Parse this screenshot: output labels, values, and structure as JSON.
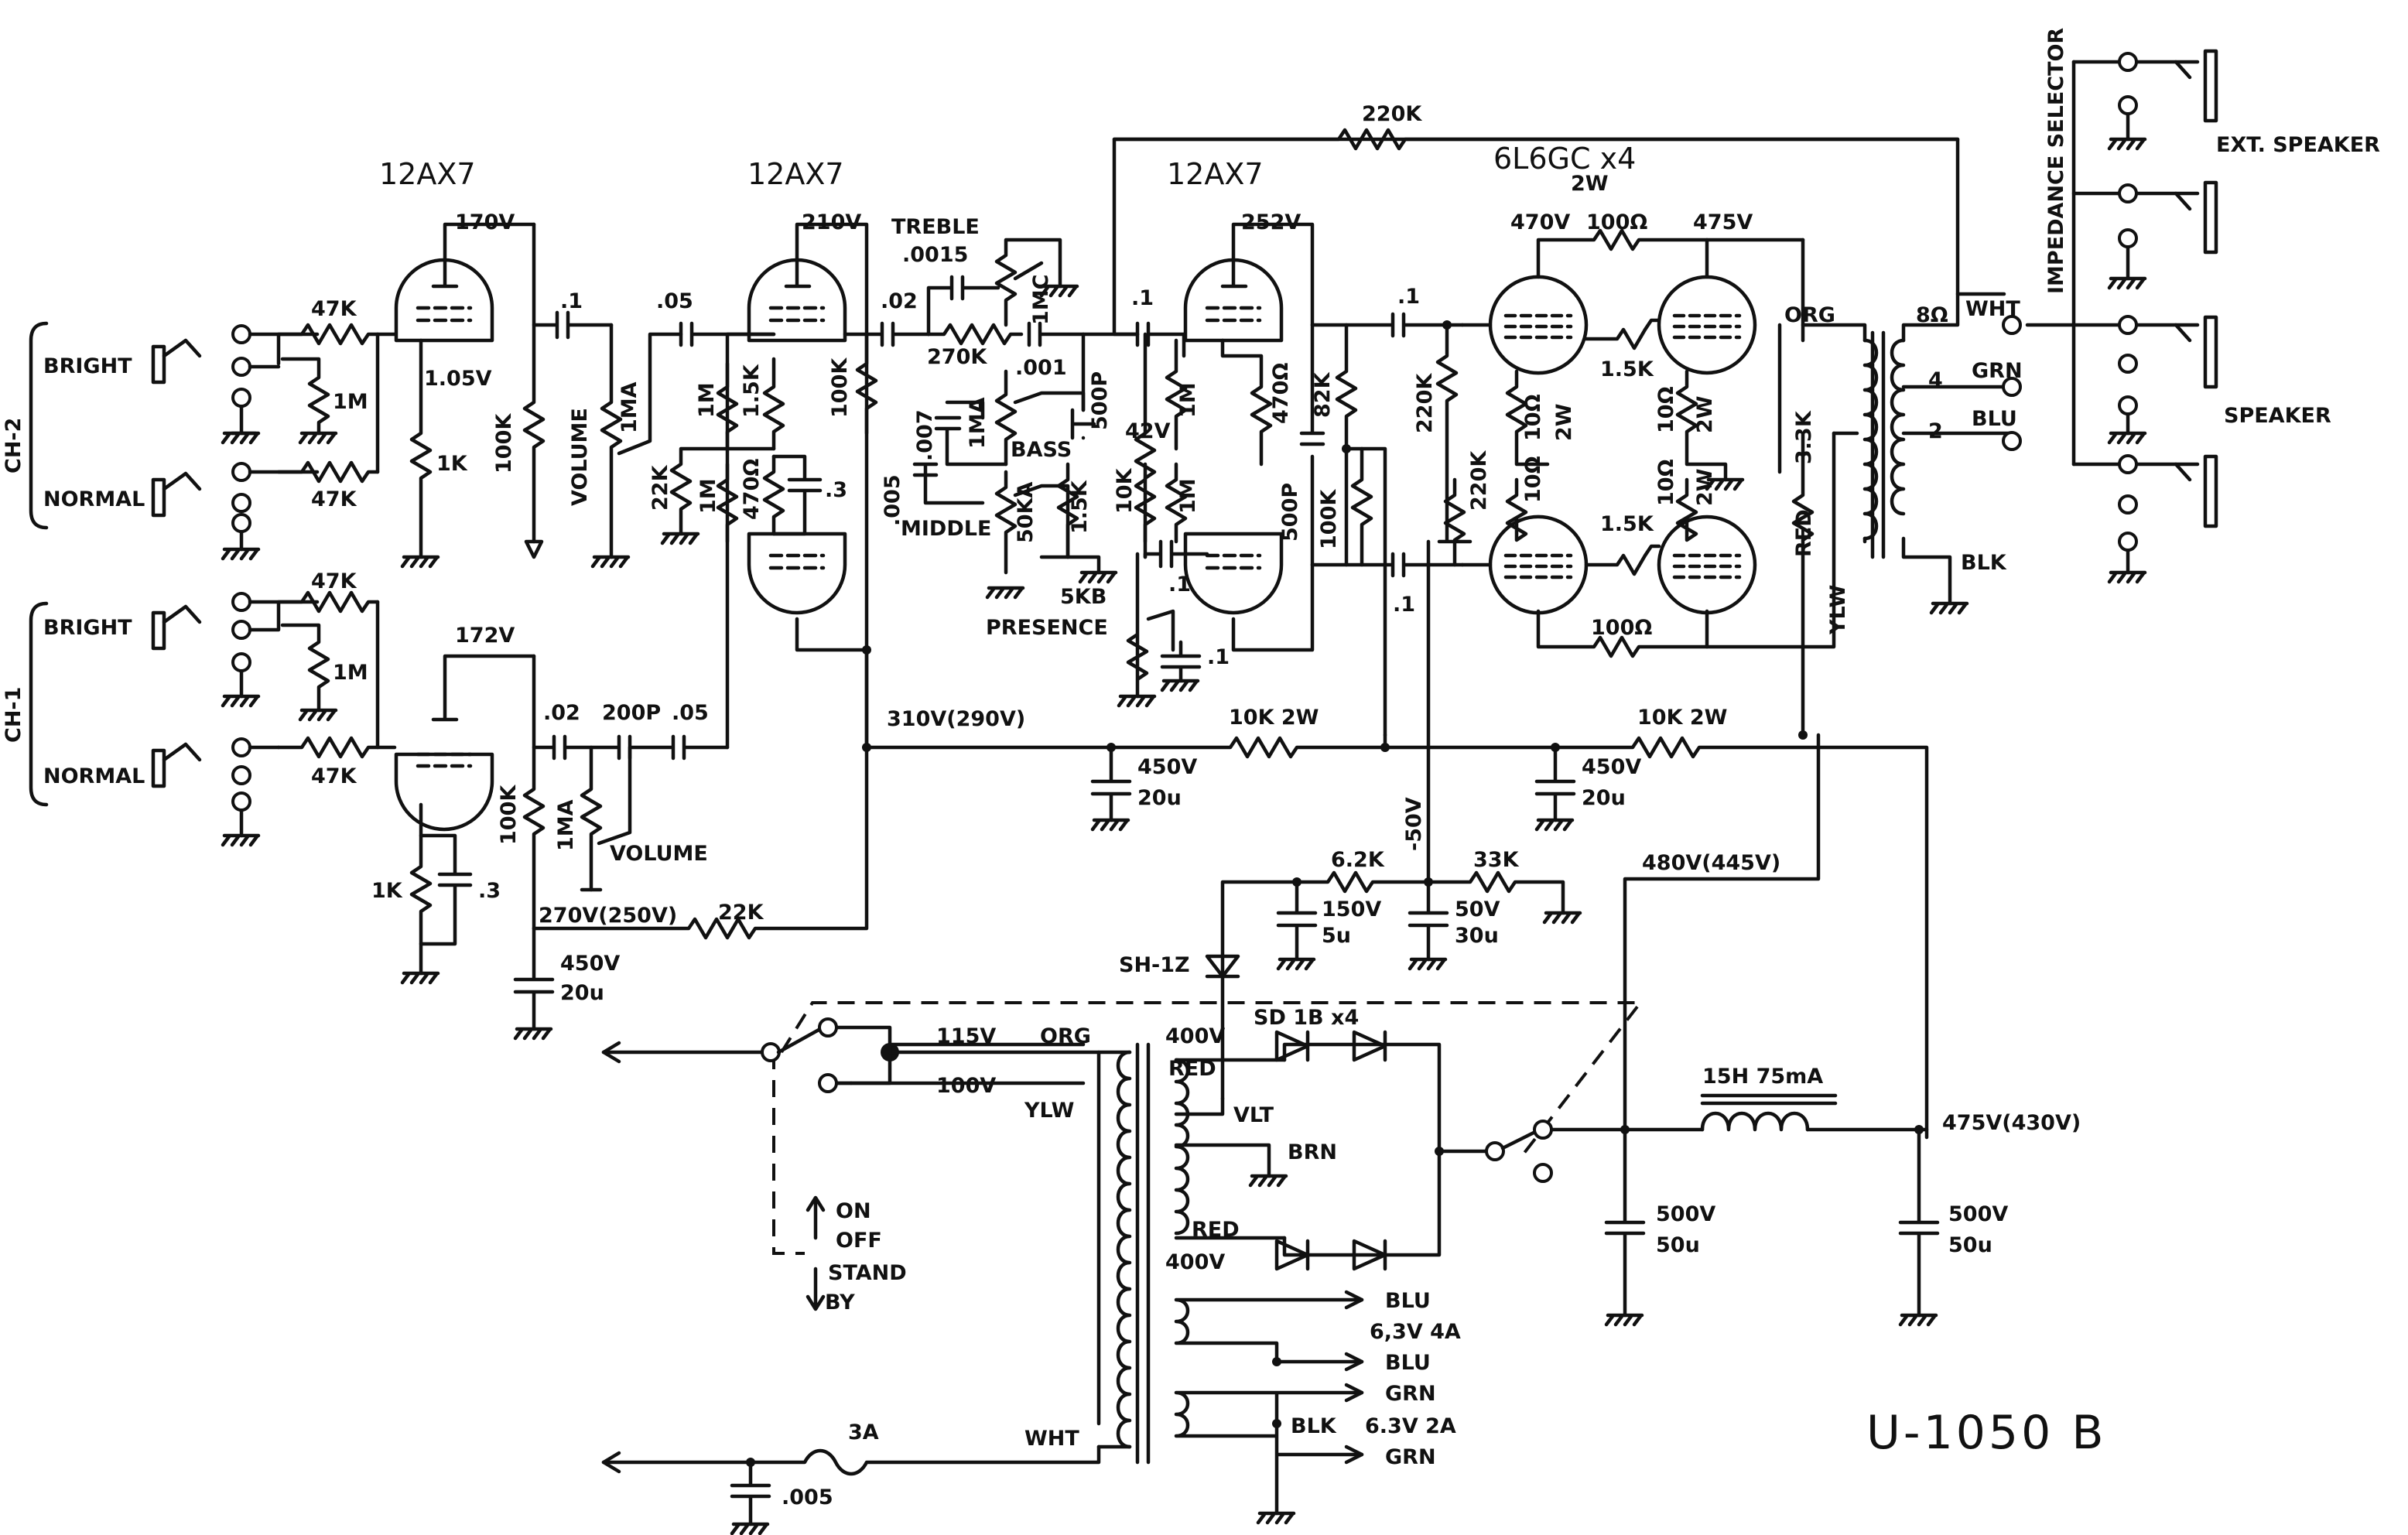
{
  "model": "U-1050 B",
  "tubes": {
    "preamp1": "12AX7",
    "preamp2": "12AX7",
    "driver": "12AX7",
    "output": "6L6GC x4"
  },
  "channels": {
    "ch2": "CH-2",
    "ch1": "CH-1",
    "bright": "BRIGHT",
    "normal": "NORMAL"
  },
  "voltages": {
    "v170": "170V",
    "v172": "172V",
    "v105": "1.05V",
    "v210": "210V",
    "v252": "252V",
    "v470": "470V",
    "v475": "475V",
    "v42": "42V",
    "b310": "310V(290V)",
    "b270": "270V(250V)",
    "b480": "480V(445V)",
    "b475": "475V(430V)",
    "bias": "-50V",
    "m115": "115V",
    "m100": "100V",
    "h400a": "400V",
    "h400b": "400V"
  },
  "resistors": {
    "r47k_a": "47K",
    "r47k_b": "47K",
    "r47k_c": "47K",
    "r47k_d": "47K",
    "r1m_a": "1M",
    "r1m_b": "1M",
    "r1m_c": "1M",
    "r1m_d": "1M",
    "r1m_e": "1M",
    "r1m_f": "1M",
    "r1k_a": "1K",
    "r1k_b": "1K",
    "r100k_a": "100K",
    "r100k_b": "100K",
    "r100k_c": "100K",
    "r100k_d": "100K",
    "r22k_a": "22K",
    "r22k_b": "22K",
    "r15k_a": "1.5K",
    "r15k_b": "1.5K",
    "r15k_c": "1.5K",
    "r470a": "470Ω",
    "r470b": "470Ω",
    "r270k": "270K",
    "r10k": "10K",
    "r82k": "82K",
    "r220k_a": "220K",
    "r220k_b": "220K",
    "r220k_c": "220K",
    "r10_a": "10Ω",
    "r10_b": "10Ω",
    "r10_c": "10Ω",
    "r10_d": "10Ω",
    "w2_a": "2W",
    "w2_b": "2W",
    "w2_c": "2W",
    "w2_d": "2W",
    "r100_a": "100Ω",
    "r100_b": "100Ω",
    "r33k": "3.3K",
    "d10k2w_a": "10K  2W",
    "d10k2w_b": "10K 2W",
    "r62k": "6.2K",
    "r33k_b": "33K"
  },
  "capacitors": {
    "c01_a": ".1",
    "c01_b": ".1",
    "c01_c": ".1",
    "c01_d": ".1",
    "c01_e": ".1",
    "c01_f": ".1",
    "c05_a": ".05",
    "c05_b": ".05",
    "c02_a": ".02",
    "c02_b": ".02",
    "c200p": "200P",
    "c500p_a": "500P",
    "c500p_b": "500P",
    "c0015": ".0015",
    "c001": ".001",
    "c007": ".007",
    "c005_a": ".005",
    "c005_b": ".005",
    "c03_a": ".3",
    "c03_b": ".3",
    "f450_20u": [
      "450V",
      "20u"
    ],
    "f150_5u": [
      "150V",
      "5u"
    ],
    "f50_30u": [
      "50V",
      "30u"
    ],
    "f500_50u": [
      "500V",
      "50u"
    ]
  },
  "controls": {
    "volume": "VOLUME",
    "vol_pot": "1MA",
    "treble": "TREBLE",
    "treble_pot": "1MC",
    "bass": "BASS",
    "bass_pot": "1MA",
    "middle": "MIDDLE",
    "middle_pot": "50KA",
    "presence": "PRESENCE",
    "presence_pot": "5KB"
  },
  "output_section": {
    "org": "ORG",
    "red": "RED",
    "ylw": "YLW",
    "wht": "WHT",
    "grn": "GRN",
    "blu": "BLU",
    "blk": "BLK",
    "t8": "8Ω",
    "t4": "4",
    "t2": "2",
    "impedance": "IMPEDANCE SELECTOR",
    "ext": "EXT. SPEAKER",
    "spk": "SPEAKER"
  },
  "power_supply": {
    "sh1z": "SH-1Z",
    "sd": "SD 1B x4",
    "choke": "15H 75mA",
    "fuse": "3A",
    "on": "ON",
    "off": "OFF",
    "stand": "STAND",
    "by": "BY",
    "org": "ORG",
    "ylw": "YLW",
    "wht": "WHT",
    "red": "RED",
    "vlt": "VLT",
    "brn": "BRN",
    "blu": "BLU",
    "grn": "GRN",
    "blk": "BLK",
    "heater_a": "6,3V  4A",
    "heater_b": "6.3V  2A"
  }
}
